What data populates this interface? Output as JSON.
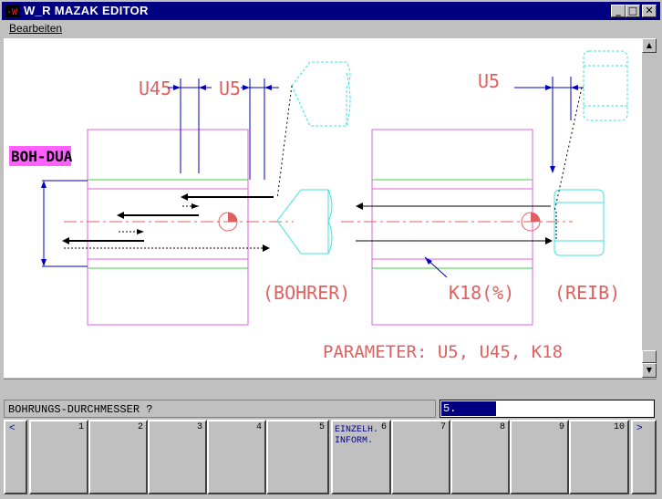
{
  "window": {
    "title": "W_R MAZAK EDITOR",
    "controls": {
      "minimize": "_",
      "maximize": "□",
      "close": "✕"
    }
  },
  "menu": {
    "items": [
      {
        "label": "Bearbeiten"
      }
    ]
  },
  "drawing": {
    "tag_label": "BOH-DUA",
    "dim_labels": {
      "u45": "U45",
      "u5_left": "U5",
      "u5_right": "U5"
    },
    "tool_labels": {
      "drill": "(BOHRER)",
      "reamer": "(REIB)"
    },
    "k18_label": "K18(%)",
    "parameter_text": "PARAMETER: U5, U45, K18",
    "colors": {
      "magenta": "#e060e0",
      "green": "#40d040",
      "salmon": "#e06060",
      "cyan": "#40e0e0",
      "blue": "#0000c0",
      "tag_bg": "#ff60ff"
    }
  },
  "prompt": {
    "text": "BOHRUNGS-DURCHMESSER ?",
    "input_value": "5."
  },
  "fkeys": {
    "left_arrow": "<",
    "right_arrow": ">",
    "keys": [
      {
        "num": "1",
        "label": ""
      },
      {
        "num": "2",
        "label": ""
      },
      {
        "num": "3",
        "label": ""
      },
      {
        "num": "4",
        "label": ""
      },
      {
        "num": "5",
        "label": ""
      },
      {
        "num": "6",
        "label": "EINZELH.\nINFORM."
      },
      {
        "num": "7",
        "label": ""
      },
      {
        "num": "8",
        "label": ""
      },
      {
        "num": "9",
        "label": ""
      },
      {
        "num": "10",
        "label": ""
      }
    ]
  }
}
